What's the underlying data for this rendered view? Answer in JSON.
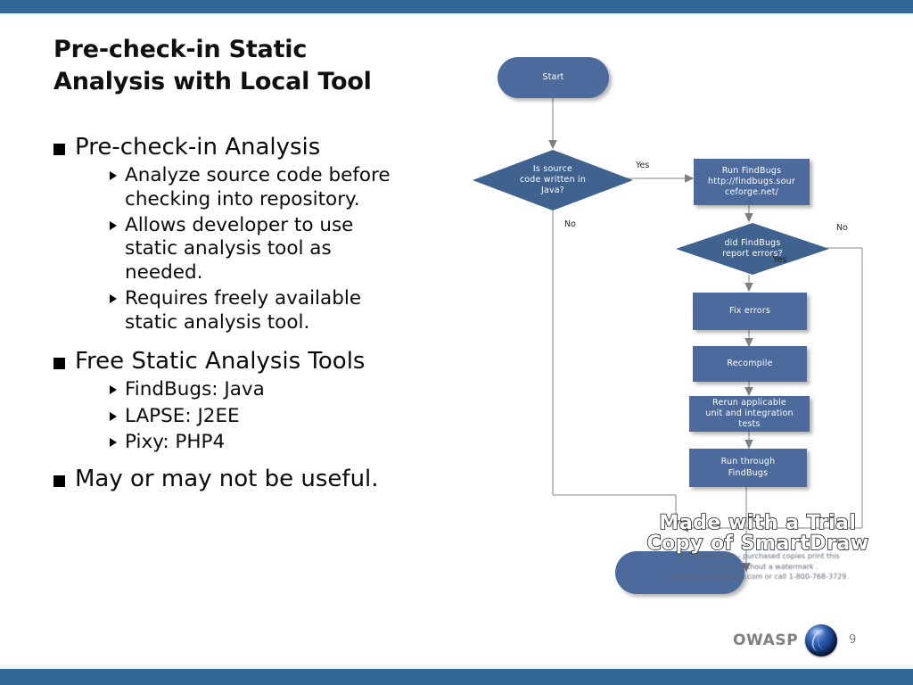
{
  "slide": {
    "title_line1": "Pre-check-in Static",
    "title_line2": "Analysis with Local Tool",
    "accent_color": "#336699",
    "node_color": "#4d6a9c"
  },
  "bullets": {
    "b1": "Pre-check-in Analysis",
    "b1_sub1_l1": "Analyze source code before",
    "b1_sub1_l2": "checking into repository.",
    "b1_sub2_l1": "Allows developer to use",
    "b1_sub2_l2": "static analysis tool as",
    "b1_sub2_l3": "needed.",
    "b1_sub3_l1": "Requires freely available",
    "b1_sub3_l2": "static analysis tool.",
    "b2": "Free Static Analysis Tools",
    "b2_sub1": "FindBugs: Java",
    "b2_sub2": "LAPSE: J2EE",
    "b2_sub3": "Pixy: PHP4",
    "b3": "May or may not be useful."
  },
  "flowchart": {
    "start": "Start",
    "decision_java_l1": "Is  source",
    "decision_java_l2": "code written in",
    "decision_java_l3": "Java?",
    "run_findbugs_l1": "Run FindBugs",
    "run_findbugs_l2": "http://findbugs.sour",
    "run_findbugs_l3": "ceforge.net/",
    "decision_errors_l1": "did FindBugs",
    "decision_errors_l2": "report errors?",
    "fix_errors": "Fix errors",
    "recompile": "Recompile",
    "rerun_tests_l1": "Rerun applicable",
    "rerun_tests_l2": "unit and integration",
    "rerun_tests_l3": "tests",
    "run_through_l1": "Run through",
    "run_through_l2": "FindBugs",
    "end": "",
    "label_yes_java": "Yes",
    "label_no_java": "No",
    "label_yes_errors": "Yes",
    "label_no_errors": "No"
  },
  "watermark": {
    "big_line1": "Made with a Trial",
    "big_line2": "Copy of SmartDraw",
    "small_line1": "Buy SmartDraw - purchased copies print this",
    "small_line2": "document without a watermark .",
    "small_line3": "Visit www.smartdraw.com or call 1-800-768-3729."
  },
  "footer": {
    "brand": "OWASP",
    "page_number": "9"
  }
}
